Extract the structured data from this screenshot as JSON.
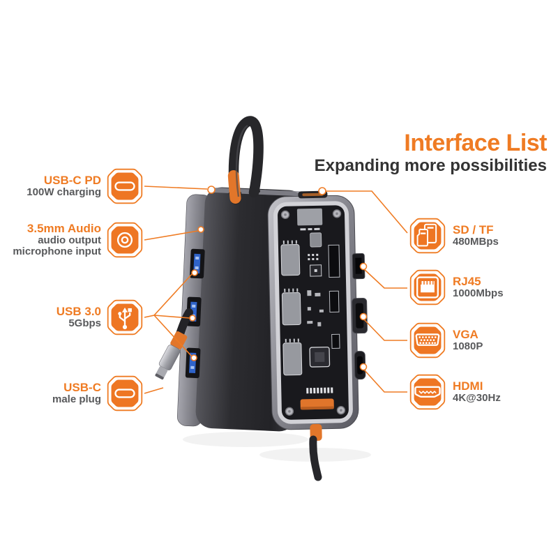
{
  "header": {
    "title": "Interface List",
    "subtitle": "Expanding more possibilities"
  },
  "callouts": {
    "left": [
      {
        "icon": "usb-c-pd-icon",
        "title": "USB-C PD",
        "line1": "100W charging"
      },
      {
        "icon": "audio-jack-icon",
        "title": "3.5mm Audio",
        "line1": "audio output",
        "line2": "microphone input"
      },
      {
        "icon": "usb-3-icon",
        "title": "USB 3.0",
        "line1": "5Gbps"
      },
      {
        "icon": "usb-c-male-icon",
        "title": "USB-C",
        "line1": "male plug"
      }
    ],
    "right": [
      {
        "icon": "sd-tf-card-icon",
        "title": "SD / TF",
        "line1": "480MBps"
      },
      {
        "icon": "rj45-icon",
        "title": "RJ45",
        "line1": "1000Mbps"
      },
      {
        "icon": "vga-icon",
        "title": "VGA",
        "line1": "1080P"
      },
      {
        "icon": "hdmi-icon",
        "title": "HDMI",
        "line1": "4K@30Hz"
      }
    ]
  },
  "product": {
    "description": "USB-C hub shown in two views: solid grey unit with looped USB-C cable, and transparent-shell unit revealing PCB",
    "ports_visible": [
      "USB-C PD",
      "3.5mm audio",
      "3x USB 3.0",
      "USB-C male plug",
      "SD/TF slot",
      "RJ45",
      "VGA",
      "HDMI"
    ]
  },
  "colors": {
    "accent": "#ef7b23",
    "label_gray": "#58595b",
    "subtitle_dark": "#333333",
    "device_dark": "#2b2b2f",
    "usb_port_blue": "#2f63c9"
  }
}
